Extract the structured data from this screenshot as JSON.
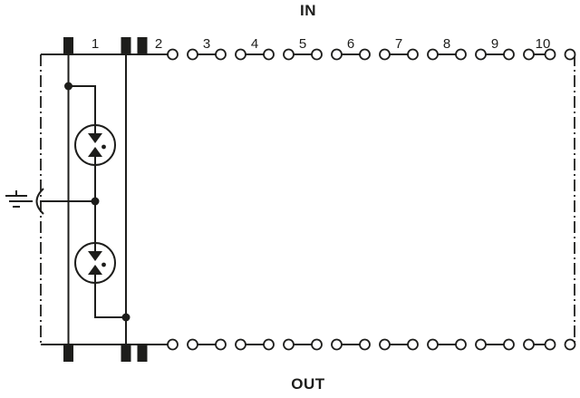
{
  "diagram": {
    "kind": "surge-protection-terminal-schematic",
    "labels": {
      "top": "IN",
      "bottom": "OUT"
    },
    "channels": [
      "1",
      "2",
      "3",
      "4",
      "5",
      "6",
      "7",
      "8",
      "9",
      "10"
    ],
    "icons": {
      "ground": "earth-ground-icon",
      "arrester": "surge-arrester-icon",
      "plug_contact": "plug-contact-bar",
      "terminal": "terminal-circle"
    },
    "colors": {
      "ink": "#1d1d1b",
      "background": "#ffffff"
    }
  }
}
